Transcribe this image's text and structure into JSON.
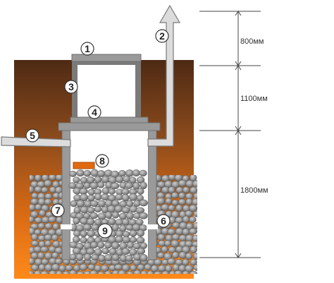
{
  "colors": {
    "ground_top": "#4e2a14",
    "ground_bottom": "#ff8a1a",
    "concrete": "#9a9a9a",
    "concrete_dark": "#6f6f6f",
    "pipe": "#d8d8d8",
    "stone": "#8a8a8a",
    "stone_light": "#bdbdbd",
    "brick": "#e06a10",
    "dimension_line": "#444444"
  },
  "callouts": [
    {
      "id": "1",
      "label": "1"
    },
    {
      "id": "2",
      "label": "2"
    },
    {
      "id": "3",
      "label": "3"
    },
    {
      "id": "4",
      "label": "4"
    },
    {
      "id": "5",
      "label": "5"
    },
    {
      "id": "6",
      "label": "6"
    },
    {
      "id": "7",
      "label": "7"
    },
    {
      "id": "8",
      "label": "8"
    },
    {
      "id": "9",
      "label": "9"
    }
  ],
  "dimensions": {
    "top": "800мм",
    "middle": "1100мм",
    "bottom": "1800мм"
  }
}
